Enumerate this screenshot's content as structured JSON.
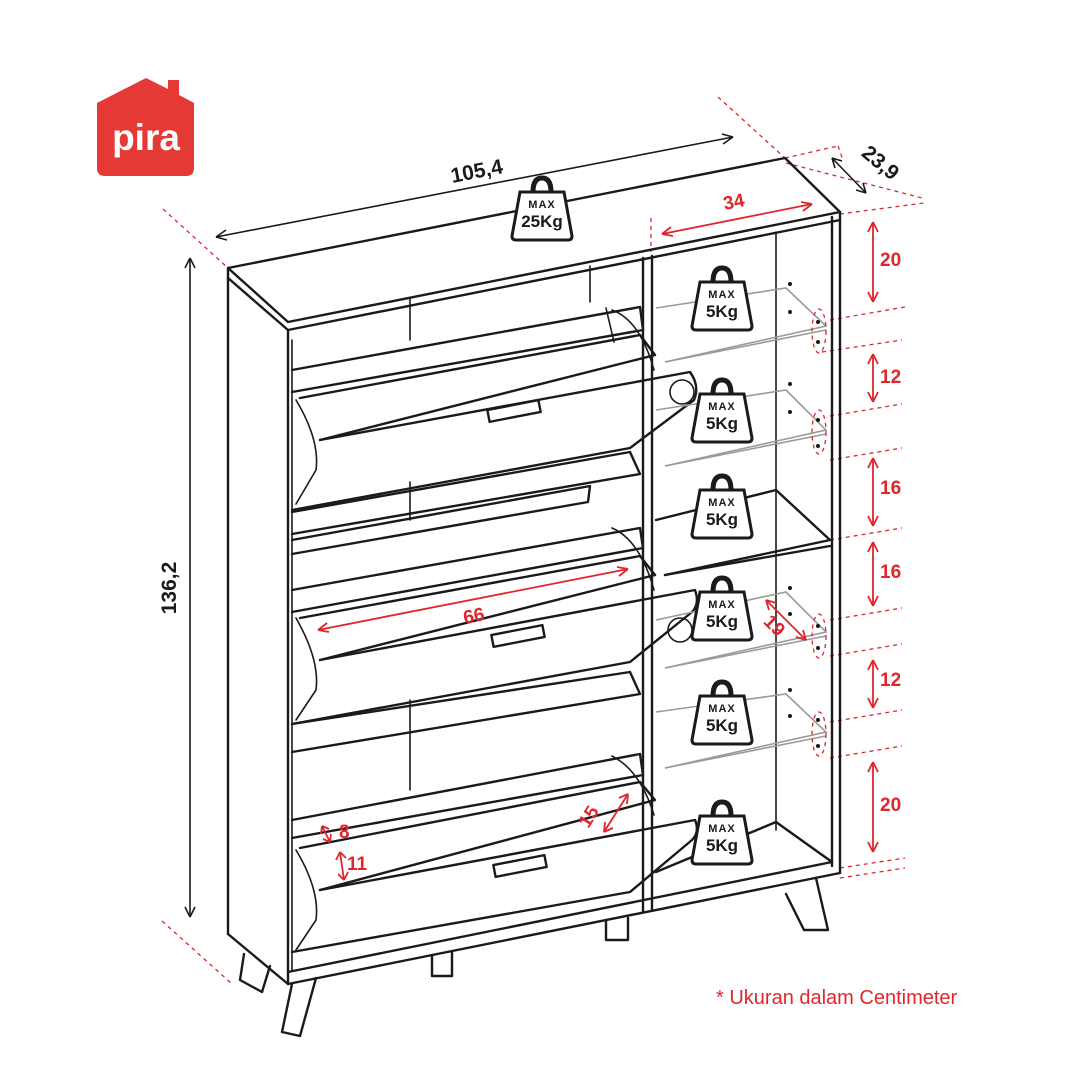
{
  "brand": {
    "name": "pira",
    "color": "#e53935"
  },
  "note": "* Ukuran dalam Centimeter",
  "dimensions": {
    "width": "105,4",
    "height": "136,2",
    "depth": "23,9",
    "shelf_width": "34",
    "flap_width": "66",
    "flap_angle": "15",
    "flap_gap_a": "8",
    "flap_gap_b": "11",
    "shelf_depth": "19",
    "shelf_gaps": [
      "20",
      "12",
      "16",
      "16",
      "12",
      "20"
    ]
  },
  "weights": {
    "top": {
      "label": "MAX",
      "value": "25Kg"
    },
    "shelves": [
      {
        "label": "MAX",
        "value": "5Kg"
      },
      {
        "label": "MAX",
        "value": "5Kg"
      },
      {
        "label": "MAX",
        "value": "5Kg"
      },
      {
        "label": "MAX",
        "value": "5Kg"
      },
      {
        "label": "MAX",
        "value": "5Kg"
      },
      {
        "label": "MAX",
        "value": "5Kg"
      }
    ]
  },
  "colors": {
    "accent": "#e0262b",
    "line": "#1a1a1a"
  }
}
